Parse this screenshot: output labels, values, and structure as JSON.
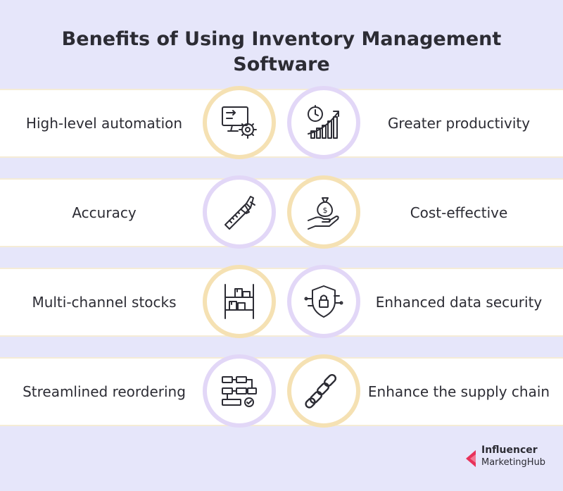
{
  "title_line1": "Benefits of Using Inventory Management",
  "title_line2": "Software",
  "rows": [
    {
      "left": "High-level automation",
      "right": "Greater productivity",
      "left_icon": "automation-icon",
      "right_icon": "productivity-icon"
    },
    {
      "left": "Accuracy",
      "right": "Cost-effective",
      "left_icon": "caliper-icon",
      "right_icon": "money-bag-hand-icon"
    },
    {
      "left": "Multi-channel stocks",
      "right": "Enhanced data security",
      "left_icon": "shelf-icon",
      "right_icon": "shield-lock-icon"
    },
    {
      "left": "Streamlined reordering",
      "right": "Enhance the supply chain",
      "left_icon": "flowchart-icon",
      "right_icon": "chain-icon"
    }
  ],
  "logo": {
    "line1": "Influencer",
    "line2": "MarketingHub"
  },
  "colors": {
    "background": "#e6e6fa",
    "gold_ring": "#f5e1b3",
    "lavender_ring": "#e2d7f7",
    "brand": "#e8325a"
  }
}
